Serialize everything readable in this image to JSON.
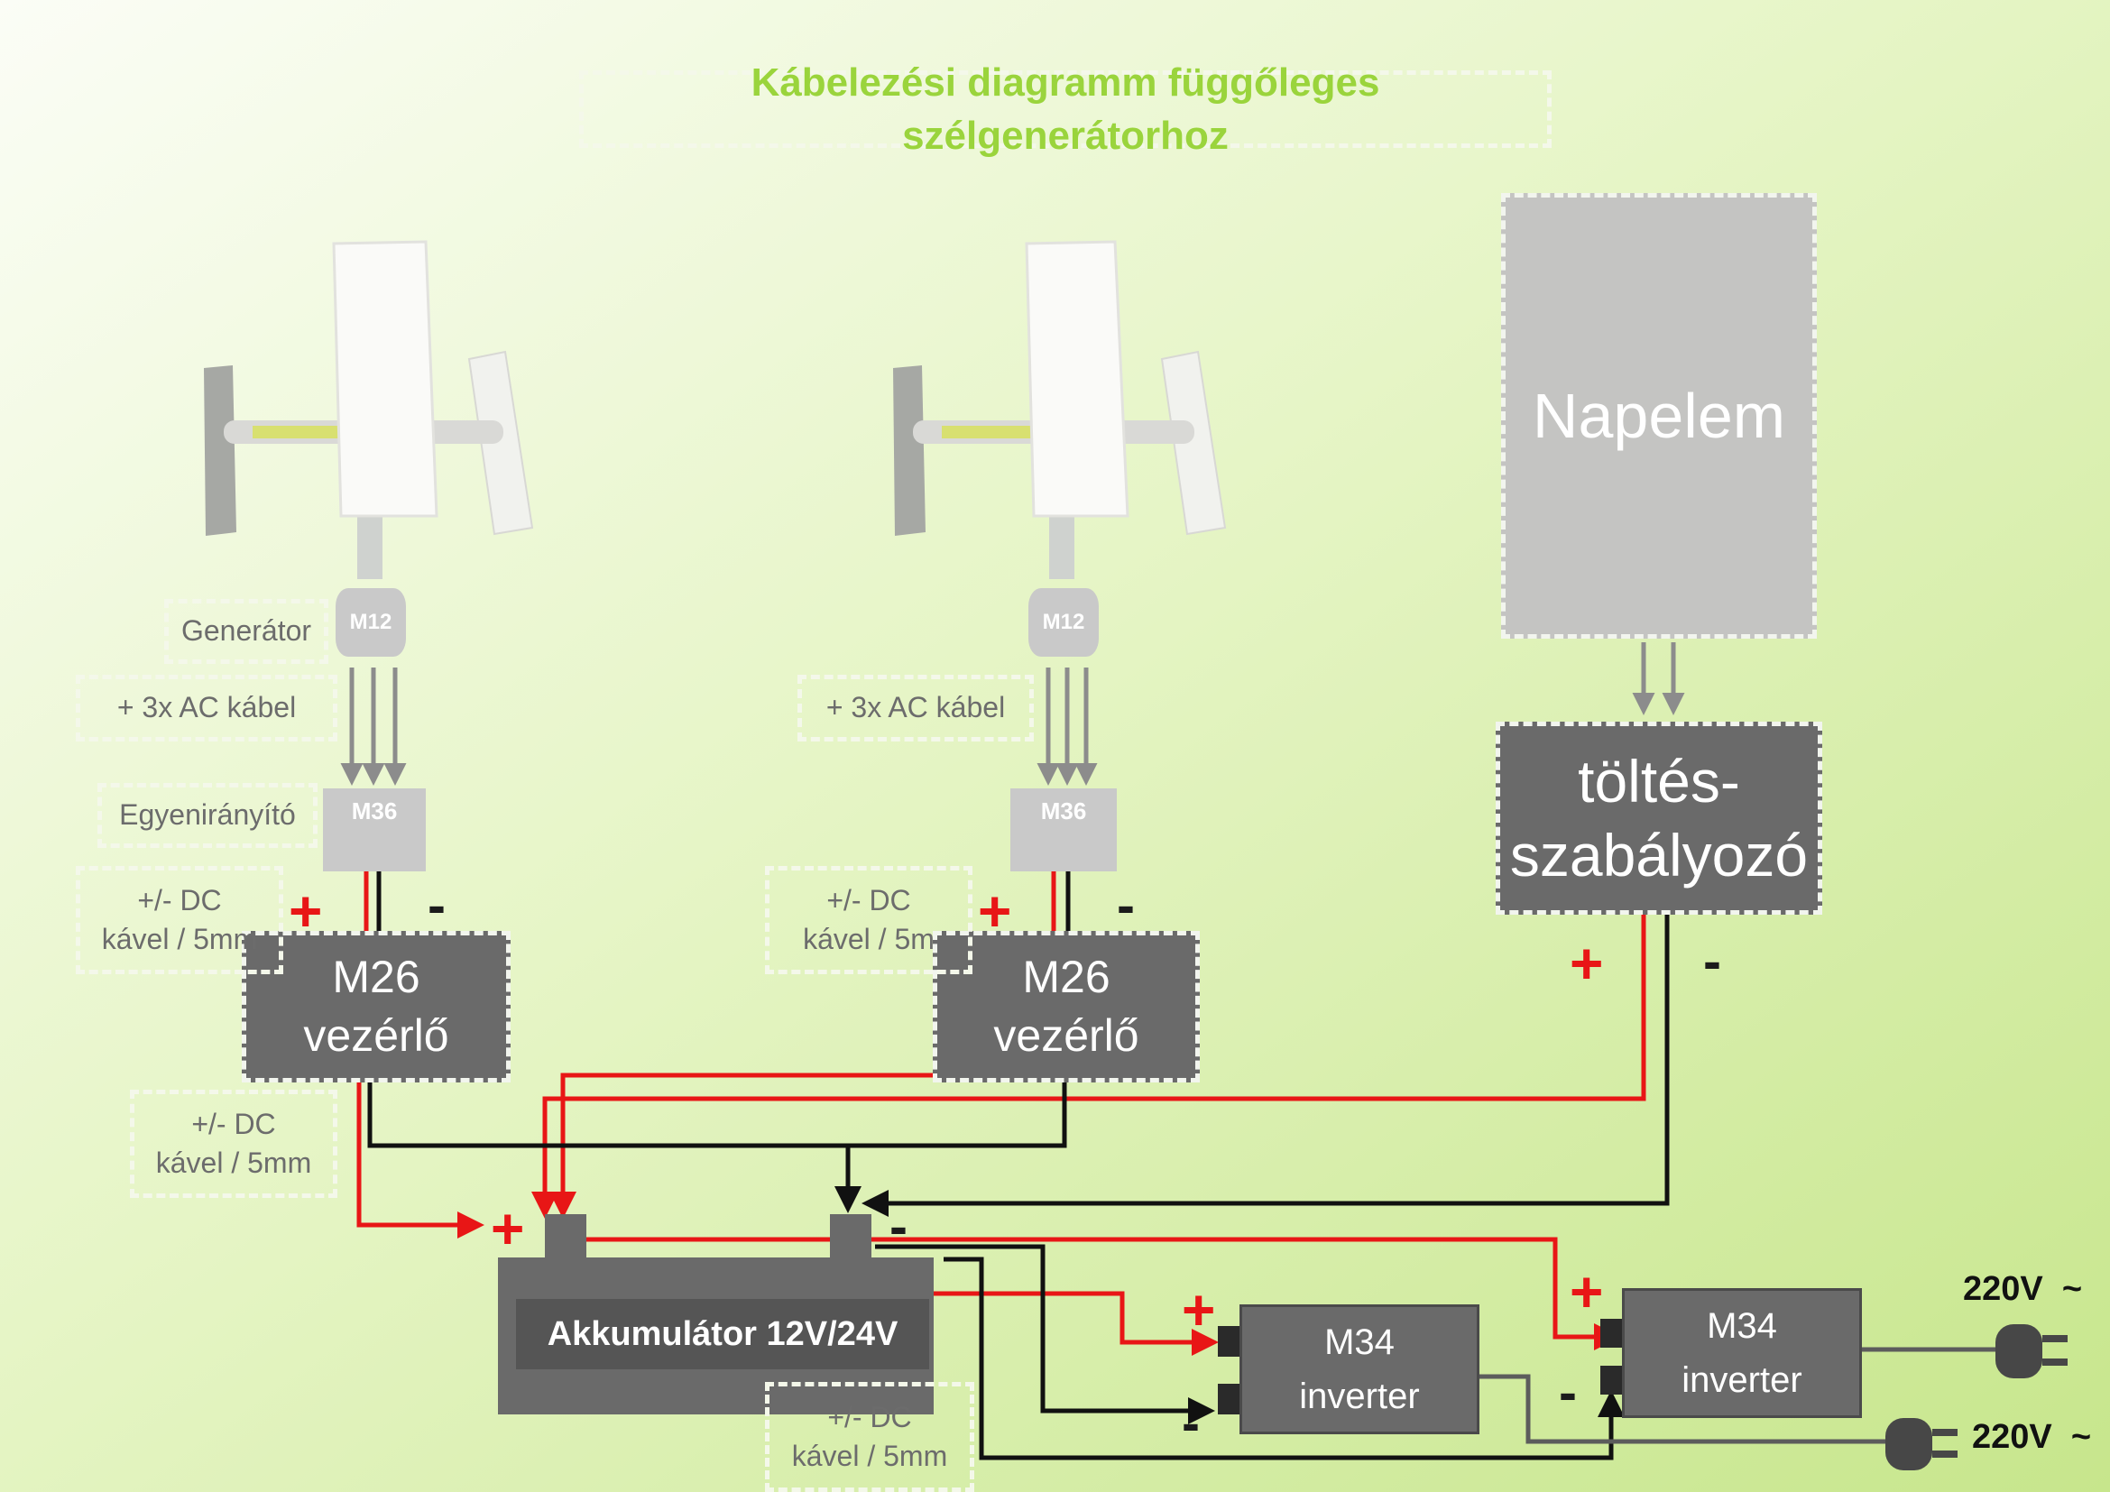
{
  "title": "Kábelezési diagramm függőleges szélgenerátorhoz",
  "generator_label": "Generátor",
  "ac_cable_label": "+ 3x  AC kábel",
  "rectifier_label": "Egyenirányító",
  "dc_cable_label": "+/- DC\nkável / 5mm",
  "dc_cable_label_cut": "+/- DC\nkável / 5m",
  "m12": "M12",
  "m36": "M36",
  "controller": "M26\nvezérlő",
  "solar_panel": "Napelem",
  "charge_controller": "töltés-\nszabályozó",
  "battery": "Akkumulátor 12V/24V",
  "inverter": "M34\ninverter",
  "plus": "+",
  "minus": "-",
  "voltage": "220V  ~",
  "colors": {
    "title_green": "#9ad43c",
    "dark_box": "#6a6a6a",
    "light_box": "#c9c9c9",
    "positive_wire": "#e81616",
    "negative_wire": "#111111",
    "ac_wire": "#8c8c8c"
  },
  "icons": [
    "wind-turbine-icon",
    "plug-icon"
  ]
}
